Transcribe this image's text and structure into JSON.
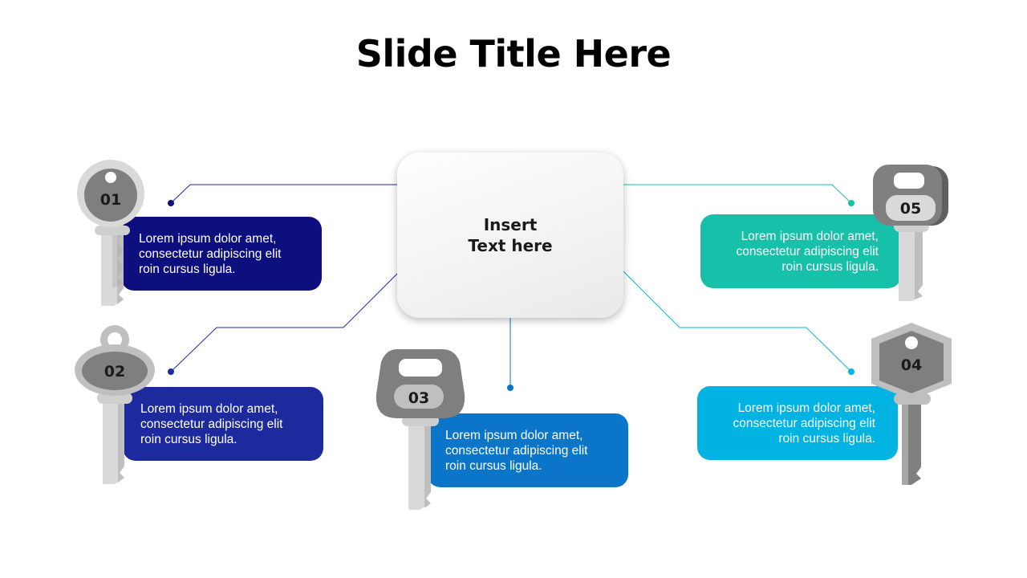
{
  "slide": {
    "title": "Slide Title Here",
    "center_text": [
      "Insert",
      "Text here"
    ]
  },
  "items": [
    {
      "number": "01",
      "text": [
        "Lorem ipsum dolor amet,",
        "consectetur adipiscing elit",
        "roin cursus ligula."
      ],
      "color": "#0c0f7d"
    },
    {
      "number": "02",
      "text": [
        "Lorem ipsum dolor amet,",
        "consectetur adipiscing elit",
        "roin cursus ligula."
      ],
      "color": "#1d2a9e"
    },
    {
      "number": "03",
      "text": [
        "Lorem ipsum dolor amet,",
        "consectetur adipiscing elit",
        "roin cursus ligula."
      ],
      "color": "#0a75c9"
    },
    {
      "number": "04",
      "text": [
        "Lorem ipsum dolor amet,",
        "consectetur adipiscing elit",
        "roin cursus ligula."
      ],
      "color": "#00b3e3"
    },
    {
      "number": "05",
      "text": [
        "Lorem ipsum dolor amet,",
        "consectetur adipiscing elit",
        "roin cursus ligula."
      ],
      "color": "#17c0a9"
    }
  ],
  "colors": {
    "key_light": "#d9d9d9",
    "key_mid": "#bfbfbf",
    "key_dark": "#7f7f7f",
    "line_left": "#1d2a9e",
    "line_center": "#0a75c9",
    "line_right_bottom": "#00b3e3",
    "line_right_top": "#17c0a9"
  }
}
